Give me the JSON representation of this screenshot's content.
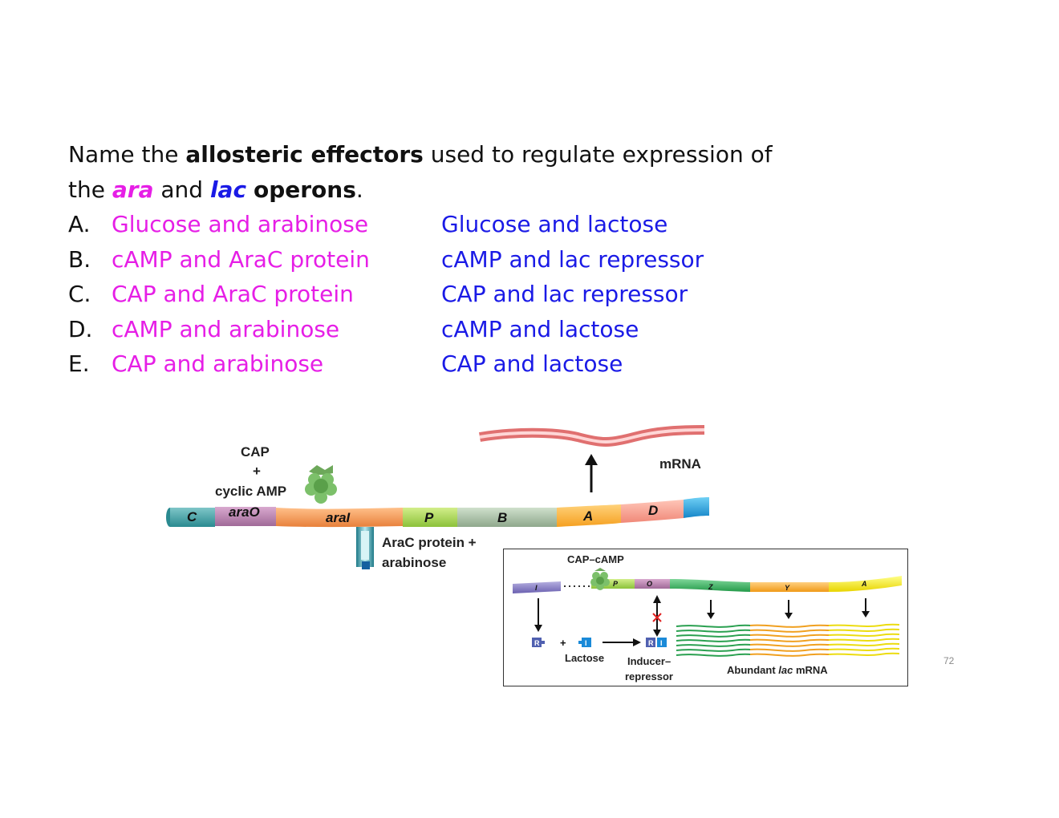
{
  "question": {
    "part1": "Name the ",
    "bold1": "allosteric effectors",
    "part2": " used to regulate expression of",
    "part3": "the ",
    "ara": "ara",
    "part4": " and ",
    "lac": "lac",
    "part5": " ",
    "bold2": "operons",
    "part6": "."
  },
  "options": [
    {
      "letter": "A.",
      "ara": "Glucose and arabinose",
      "lac": "Glucose and lactose"
    },
    {
      "letter": "B.",
      "ara": "cAMP and AraC protein",
      "lac": "cAMP and lac repressor"
    },
    {
      "letter": "C.",
      "ara": "CAP and AraC protein",
      "lac": "CAP and lac repressor"
    },
    {
      "letter": "D.",
      "ara": "cAMP and arabinose",
      "lac": "cAMP and lactose"
    },
    {
      "letter": "E.",
      "ara": "CAP and arabinose",
      "lac": "CAP and lactose"
    }
  ],
  "ara_diagram": {
    "cap_label": "CAP",
    "plus": "+",
    "cyclic_amp_label": "cyclic AMP",
    "mrna_label": "mRNA",
    "genes": [
      "C",
      "araO",
      "araI",
      "P",
      "B",
      "A",
      "D"
    ],
    "arac_label_line1": "AraC protein +",
    "arac_label_line2": "arabinose"
  },
  "lac_diagram": {
    "cap_camp_label": "CAP–cAMP",
    "genes": [
      "I",
      "P",
      "O",
      "Z",
      "Y",
      "A"
    ],
    "repressor": "R",
    "inducer": "I",
    "plus": "+",
    "lactose_label": "Lactose",
    "inducer_repressor_line1": "Inducer–",
    "inducer_repressor_line2": "repressor",
    "abundant_label_prefix": "Abundant ",
    "abundant_label_italic": "lac",
    "abundant_label_suffix": " mRNA"
  },
  "page_number": "72",
  "colors": {
    "ara_pink": "#e61ee6",
    "lac_blue": "#1a1ae6"
  }
}
